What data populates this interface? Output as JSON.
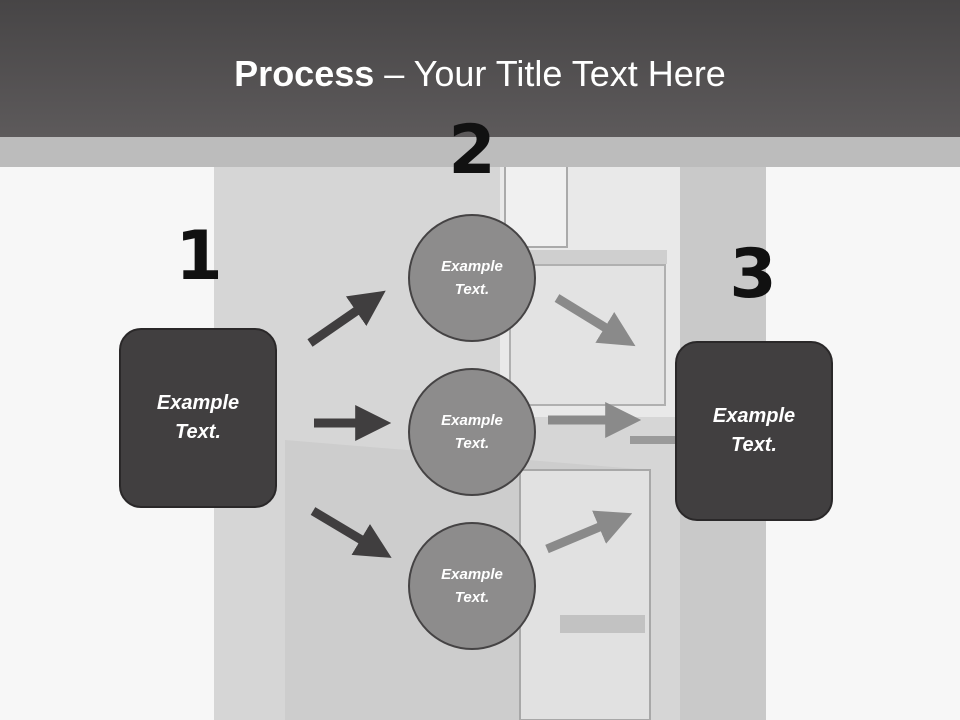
{
  "title": {
    "bold": "Process",
    "rest": " – Your Title Text Here"
  },
  "steps": [
    {
      "number": "1",
      "text": "Example\nText."
    },
    {
      "number": "2"
    },
    {
      "number": "3",
      "text": "Example\nText."
    }
  ],
  "circles": [
    {
      "text": "Example\nText."
    },
    {
      "text": "Example\nText."
    },
    {
      "text": "Example\nText."
    }
  ],
  "colors": {
    "header": "#4f4c4d",
    "box": "#413f40",
    "circle": "#8d8c8c",
    "arrow_dark": "#403e3f",
    "arrow_light": "#8a8a8a"
  }
}
